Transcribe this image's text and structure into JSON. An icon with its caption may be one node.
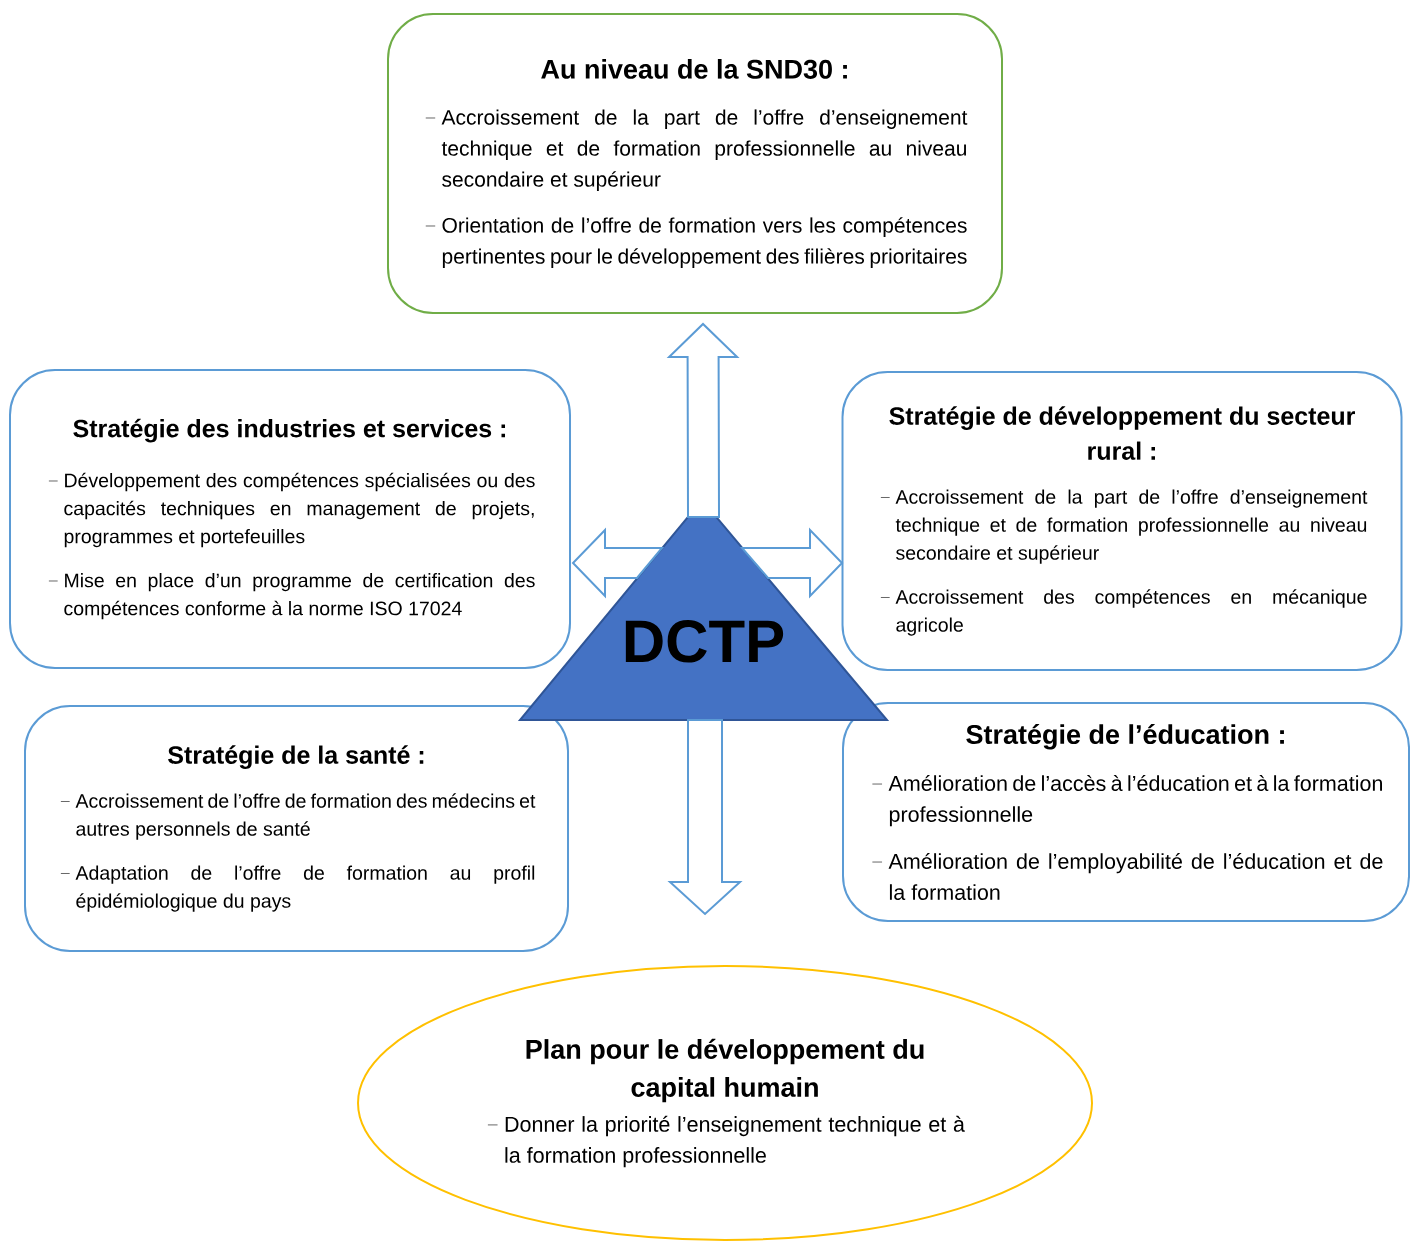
{
  "diagram": {
    "nodes": [
      {
        "text": [
          "Au niveau de la SND30 :",
          "Accroissement de la part de l’offre d’enseignement technique et de formation professionnelle au niveau secondaire et supérieur",
          "Orientation de l’offre de formation vers les compétences pertinentes pour le développement des filières prioritaires"
        ]
      },
      {
        "text": [
          "Stratégie des industries et services :",
          "Développement des compétences spécialisées ou des capacités techniques en management de projets, programmes et portefeuilles",
          "Mise en place d’un programme de certification des compétences conforme à la norme ISO 17024"
        ]
      },
      {
        "text": [
          "Stratégie de développement du secteur rural :",
          "Accroissement de la part de l’offre d’enseignement technique et de formation professionnelle au niveau secondaire et supérieur",
          "Accroissement des compétences en mécanique agricole"
        ]
      },
      {
        "text": [
          "DCTP"
        ]
      },
      {
        "text": [
          "Stratégie de la santé :",
          "Accroissement de l’offre de formation des médecins et autres personnels de santé",
          "Adaptation de l’offre de formation au profil épidémiologique du pays"
        ]
      },
      {
        "text": [
          "Stratégie de l’éducation :",
          "Amélioration de l’accès à l’éducation et à la formation professionnelle",
          "Amélioration de l’employabilité de l’éducation et de la formation"
        ]
      },
      {
        "text": [
          "Plan pour le développement du capital humain",
          "Donner la priorité l’enseignement technique et à la formation professionnelle"
        ]
      }
    ],
    "edges": [
      {
        "from": 3,
        "to": 0,
        "arrow": "to"
      },
      {
        "from": 3,
        "to": 1,
        "arrow": "to"
      },
      {
        "from": 3,
        "to": 2,
        "arrow": "to"
      },
      {
        "from": 3,
        "to": 6,
        "arrow": "to"
      }
    ]
  }
}
